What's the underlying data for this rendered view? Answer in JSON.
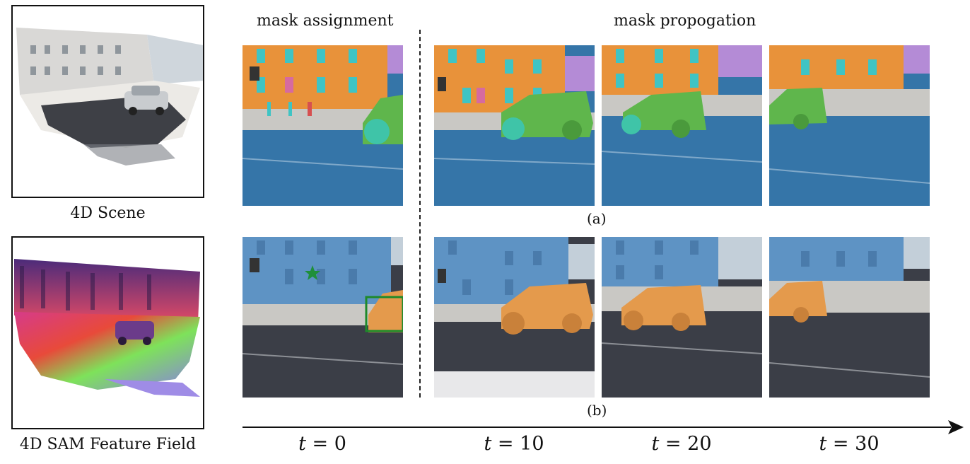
{
  "left_panels": {
    "scene_caption": "4D Scene",
    "feature_caption": "4D SAM Feature Field"
  },
  "headers": {
    "assignment": "mask assignment",
    "propagation": "mask propogation"
  },
  "subfigures": {
    "a": "(a)",
    "b": "(b)"
  },
  "timeline": {
    "labels": [
      {
        "var": "t",
        "op": " = ",
        "num": "0"
      },
      {
        "var": "t",
        "op": " = ",
        "num": "10"
      },
      {
        "var": "t",
        "op": " = ",
        "num": "20"
      },
      {
        "var": "t",
        "op": " = ",
        "num": "30"
      }
    ]
  },
  "colors": {
    "building_mask": "#e8923a",
    "window_mask": "#3fc4c4",
    "car_mask_a": "#5fb64c",
    "road_mask": "#2f6a9c",
    "building_b": "#5e93c4",
    "car_mask_b": "#e49a4c",
    "road_b": "#3b3e47",
    "box_green": "#1e8a2a",
    "star_green": "#1f8f3a"
  }
}
